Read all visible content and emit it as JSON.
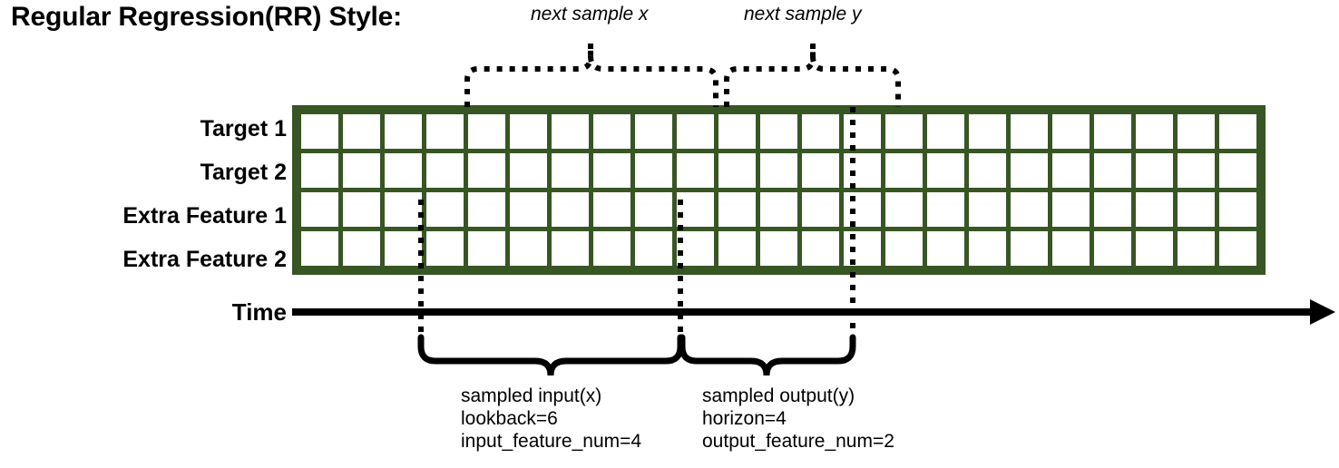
{
  "title": "Regular Regression(RR) Style:",
  "axis": {
    "time_label": "Time",
    "arrow_icon": "arrow-right-icon"
  },
  "rows": [
    {
      "label": "Target 1",
      "key": "target1"
    },
    {
      "label": "Target 2",
      "key": "target2"
    },
    {
      "label": "Extra Feature 1",
      "key": "extra1"
    },
    {
      "label": "Extra Feature 2",
      "key": "extra2"
    }
  ],
  "grid": {
    "columns": 23,
    "leading_blank": 3,
    "input_span": 6,
    "output_span": 4,
    "trailing_blank": 10,
    "cells": {
      "target1": [
        "white",
        "white",
        "white",
        "green",
        "green",
        "green",
        "green",
        "green",
        "green",
        "lgreen",
        "lgreen",
        "lgreen",
        "lgreen",
        "white",
        "white",
        "white",
        "white",
        "white",
        "white",
        "white",
        "white",
        "white",
        "white"
      ],
      "target2": [
        "white",
        "white",
        "white",
        "yellow",
        "yellow",
        "yellow",
        "yellow",
        "yellow",
        "yellow",
        "lyellow",
        "lyellow",
        "lyellow",
        "lyellow",
        "white",
        "white",
        "white",
        "white",
        "white",
        "white",
        "white",
        "white",
        "white",
        "white"
      ],
      "extra1": [
        "white",
        "white",
        "white",
        "blue",
        "blue",
        "blue",
        "blue",
        "blue",
        "blue",
        "white",
        "white",
        "white",
        "white",
        "white",
        "white",
        "white",
        "white",
        "white",
        "white",
        "white",
        "white",
        "white",
        "white"
      ],
      "extra2": [
        "white",
        "white",
        "white",
        "orange",
        "orange",
        "orange",
        "orange",
        "orange",
        "orange",
        "white",
        "white",
        "white",
        "white",
        "white",
        "white",
        "white",
        "white",
        "white",
        "white",
        "white",
        "white",
        "white",
        "white"
      ]
    }
  },
  "annotations": {
    "top_left": {
      "label": "next sample x",
      "brace_icon": "dotted-brace-icon"
    },
    "top_right": {
      "label": "next sample y",
      "brace_icon": "dotted-brace-icon"
    },
    "bottom_left": {
      "brace_icon": "curly-brace-icon",
      "lines": [
        "sampled input(x)",
        "lookback=6",
        "input_feature_num=4"
      ]
    },
    "bottom_right": {
      "brace_icon": "curly-brace-icon",
      "lines": [
        "sampled output(y)",
        "horizon=4",
        "output_feature_num=2"
      ]
    }
  },
  "colors": {
    "grid_border": "#375623",
    "green": "#6CAD4B",
    "light_green": "#C5E0B4",
    "yellow": "#FFC000",
    "light_yellow": "#FFE699",
    "blue": "#2E75B6",
    "orange": "#C55A11",
    "ink": "#000000"
  }
}
